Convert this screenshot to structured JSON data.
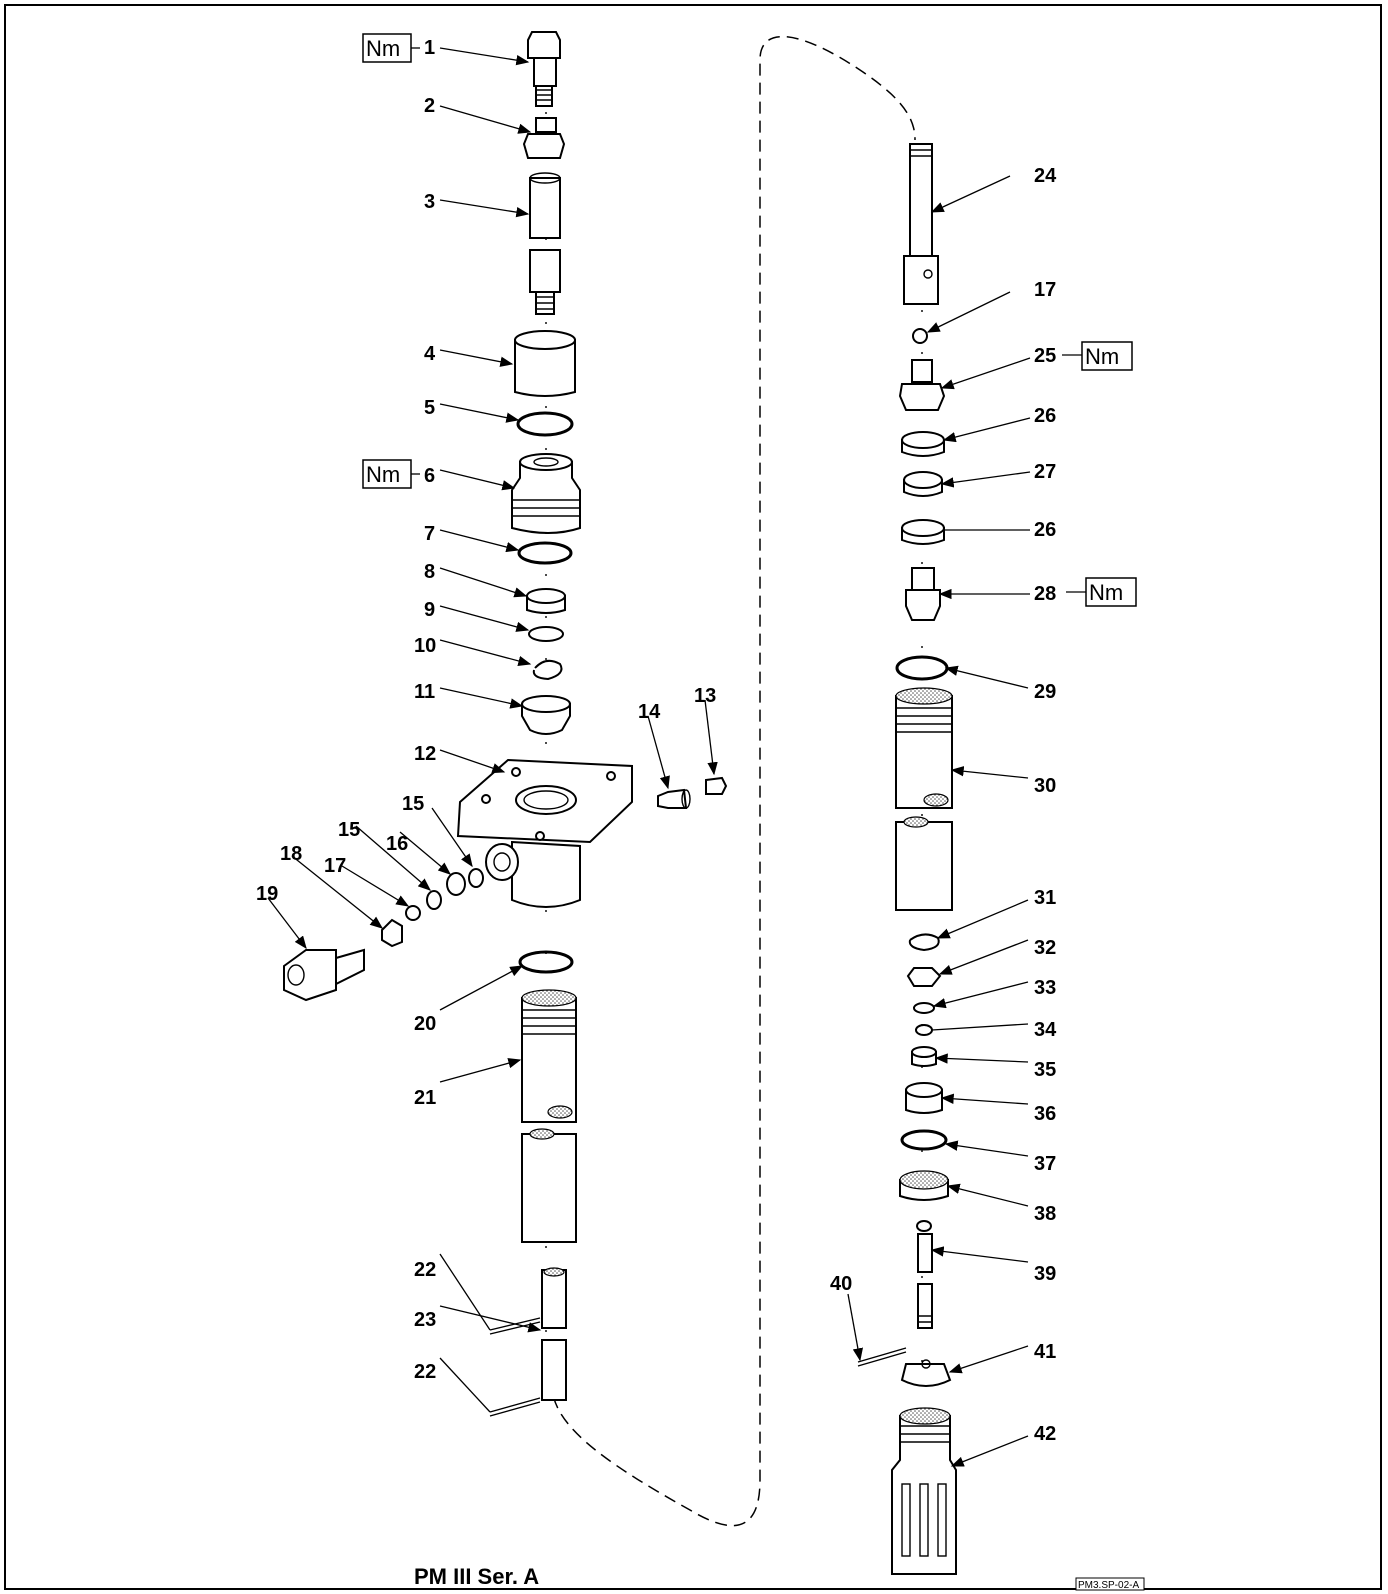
{
  "drawing": {
    "model": "PM III  Ser. A",
    "code": "PM3.SP-02-A",
    "torque_mark": "Nm"
  },
  "callouts": {
    "p1": "1",
    "p2": "2",
    "p3": "3",
    "p4": "4",
    "p5": "5",
    "p6": "6",
    "p7": "7",
    "p8": "8",
    "p9": "9",
    "p10": "10",
    "p11": "11",
    "p12": "12",
    "p13": "13",
    "p14": "14",
    "p15a": "15",
    "p15b": "15",
    "p16": "16",
    "p17a": "17",
    "p18": "18",
    "p19": "19",
    "p20": "20",
    "p21": "21",
    "p22a": "22",
    "p23": "23",
    "p22b": "22",
    "p24": "24",
    "p17b": "17",
    "p25": "25",
    "p26a": "26",
    "p27": "27",
    "p26b": "26",
    "p28": "28",
    "p29": "29",
    "p30": "30",
    "p31": "31",
    "p32": "32",
    "p33": "33",
    "p34": "34",
    "p35": "35",
    "p36": "36",
    "p37": "37",
    "p38": "38",
    "p39": "39",
    "p40": "40",
    "p41": "41",
    "p42": "42"
  }
}
